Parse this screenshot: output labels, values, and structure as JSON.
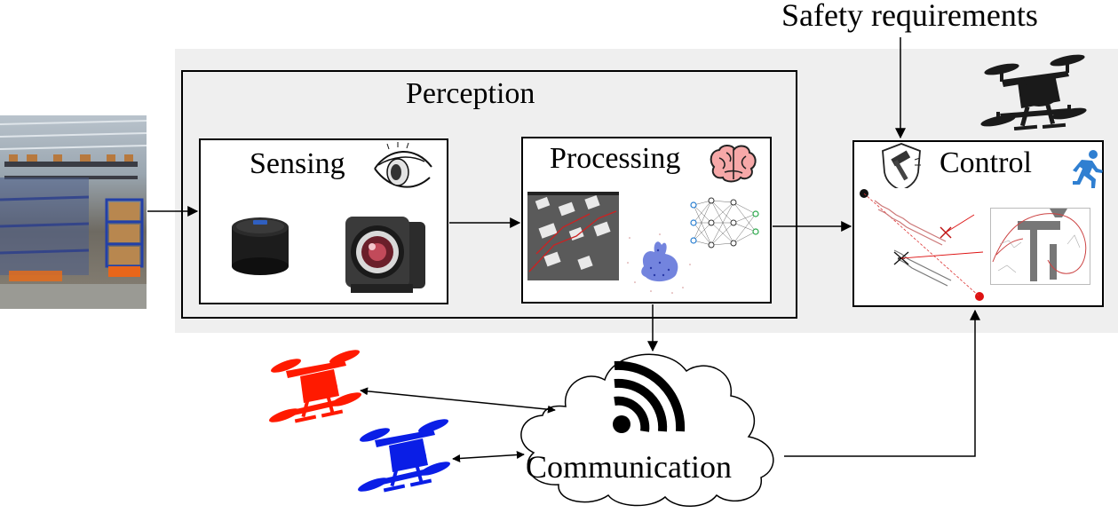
{
  "header": {
    "safety_label": "Safety requirements"
  },
  "perception": {
    "title": "Perception",
    "sensing": {
      "title": "Sensing"
    },
    "processing": {
      "title": "Processing"
    }
  },
  "control": {
    "title": "Control"
  },
  "communication": {
    "label": "Communication"
  },
  "icons": {
    "eye": "eye-icon",
    "brain": "brain-icon",
    "hammer_shield": "hammer-shield-icon",
    "runner": "running-person-icon",
    "wifi": "wifi-icon",
    "drone_black": "drone-icon",
    "drone_red": "drone-icon",
    "drone_blue": "drone-icon"
  },
  "colors": {
    "drone_black": "#1a1a1a",
    "drone_red": "#ff1a00",
    "drone_blue": "#0a1ee6",
    "runner": "#2f7fd1",
    "brain": "#f6a8a8",
    "background_panel": "#efefef"
  }
}
